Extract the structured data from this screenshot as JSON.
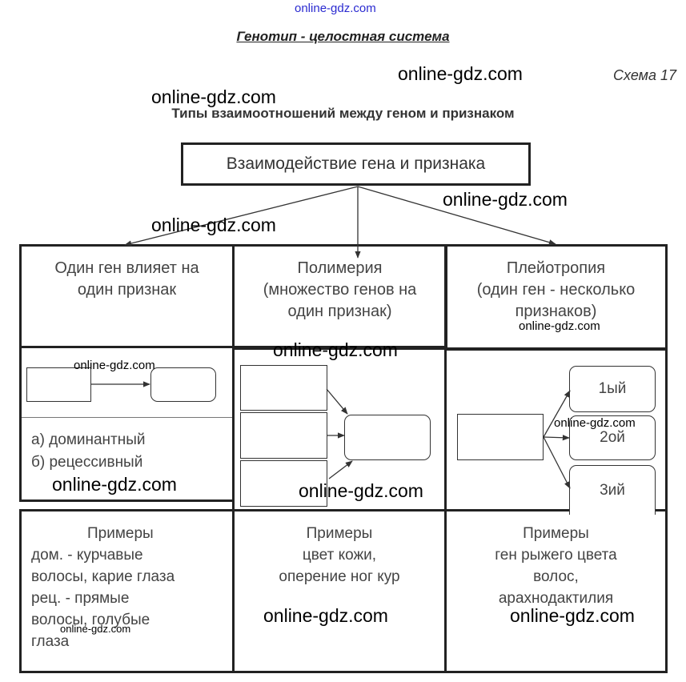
{
  "watermarks": {
    "top": "online-gdz.com",
    "common": "online-gdz.com"
  },
  "title": "Генотип - целостная система",
  "scheme_label": "Схема 17",
  "subtitle": "Типы взаимоотношений между геном и признаком",
  "root": "Взаимодействие гена и признака",
  "columns": [
    {
      "header_lines": [
        "Один ген влияет на",
        "один признак"
      ],
      "types": [
        "а) доминантный",
        "б) рецессивный"
      ],
      "examples_lines": [
        "Примеры",
        "дом. - курчавые",
        "волосы, карие глаза",
        "рец. - прямые",
        "волосы, голубые",
        "глаза"
      ]
    },
    {
      "header_lines": [
        "Полимерия",
        "(множество генов на",
        "один признак)"
      ],
      "examples_lines": [
        "Примеры",
        "цвет кожи,",
        "оперение ног кур"
      ]
    },
    {
      "header_lines": [
        "Плейотропия",
        "(один ген - несколько",
        "признаков)"
      ],
      "traits": [
        "1ый",
        "2ой",
        "3ий"
      ],
      "examples_lines": [
        "Примеры",
        "ген рыжего цвета",
        "волос,",
        "арахнодактилия"
      ]
    }
  ]
}
